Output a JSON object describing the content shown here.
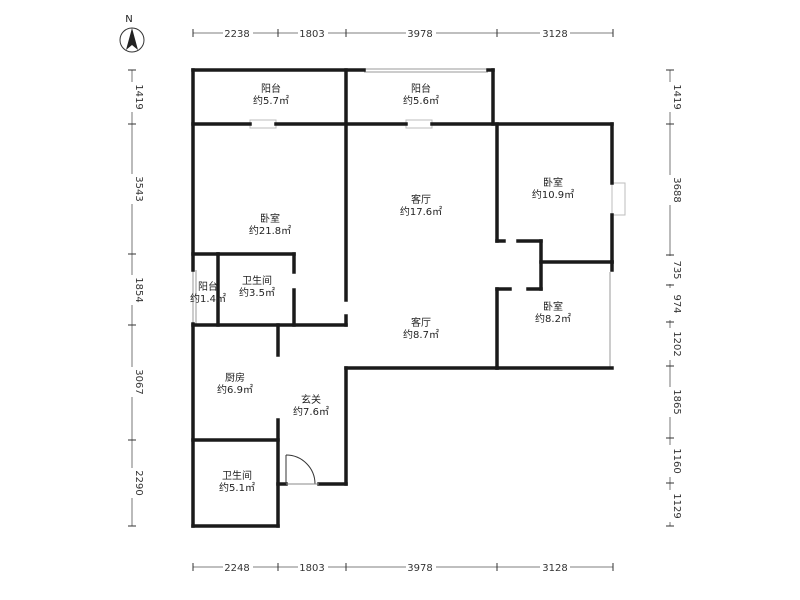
{
  "compass": {
    "label": "N"
  },
  "rooms": [
    {
      "id": "balcony-1",
      "name": "阳台",
      "area": "约5.7㎡"
    },
    {
      "id": "balcony-2",
      "name": "阳台",
      "area": "约5.6㎡"
    },
    {
      "id": "master-bedroom",
      "name": "卧室",
      "area": "约21.8㎡"
    },
    {
      "id": "living-room",
      "name": "客厅",
      "area": "约17.6㎡"
    },
    {
      "id": "bedroom-east",
      "name": "卧室",
      "area": "约10.9㎡"
    },
    {
      "id": "balcony-small",
      "name": "阳台",
      "area": "约1.4㎡"
    },
    {
      "id": "bathroom-1",
      "name": "卫生间",
      "area": "约3.5㎡"
    },
    {
      "id": "living-room-2",
      "name": "客厅",
      "area": "约8.7㎡"
    },
    {
      "id": "bedroom-small",
      "name": "卧室",
      "area": "约8.2㎡"
    },
    {
      "id": "kitchen",
      "name": "厨房",
      "area": "约6.9㎡"
    },
    {
      "id": "foyer",
      "name": "玄关",
      "area": "约7.6㎡"
    },
    {
      "id": "bathroom-2",
      "name": "卫生间",
      "area": "约5.1㎡"
    }
  ],
  "dimensions": {
    "top": [
      "2238",
      "1803",
      "3978",
      "3128"
    ],
    "bottom": [
      "2248",
      "1803",
      "3978",
      "3128"
    ],
    "left": [
      "1419",
      "3543",
      "1854",
      "3067",
      "2290"
    ],
    "right": [
      "1419",
      "3688",
      "735",
      "974",
      "1202",
      "1865",
      "1160",
      "1129"
    ]
  }
}
